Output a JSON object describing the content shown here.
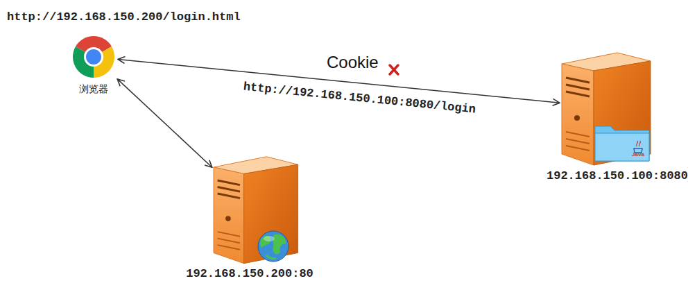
{
  "diagram": {
    "nodes": [
      {
        "text": [
          "http://192.168.150.200/login.html",
          "浏览器"
        ]
      },
      {
        "text": [
          "192.168.150.100:8080"
        ]
      },
      {
        "text": [
          "192.168.150.200:80"
        ]
      }
    ],
    "edges": [
      {
        "from": 0,
        "to": 1,
        "arrow": "both",
        "label": "http://192.168.150.100:8080/login"
      },
      {
        "from": 0,
        "to": 2,
        "arrow": "both"
      }
    ],
    "labels": [
      "Cookie",
      "Java"
    ]
  }
}
